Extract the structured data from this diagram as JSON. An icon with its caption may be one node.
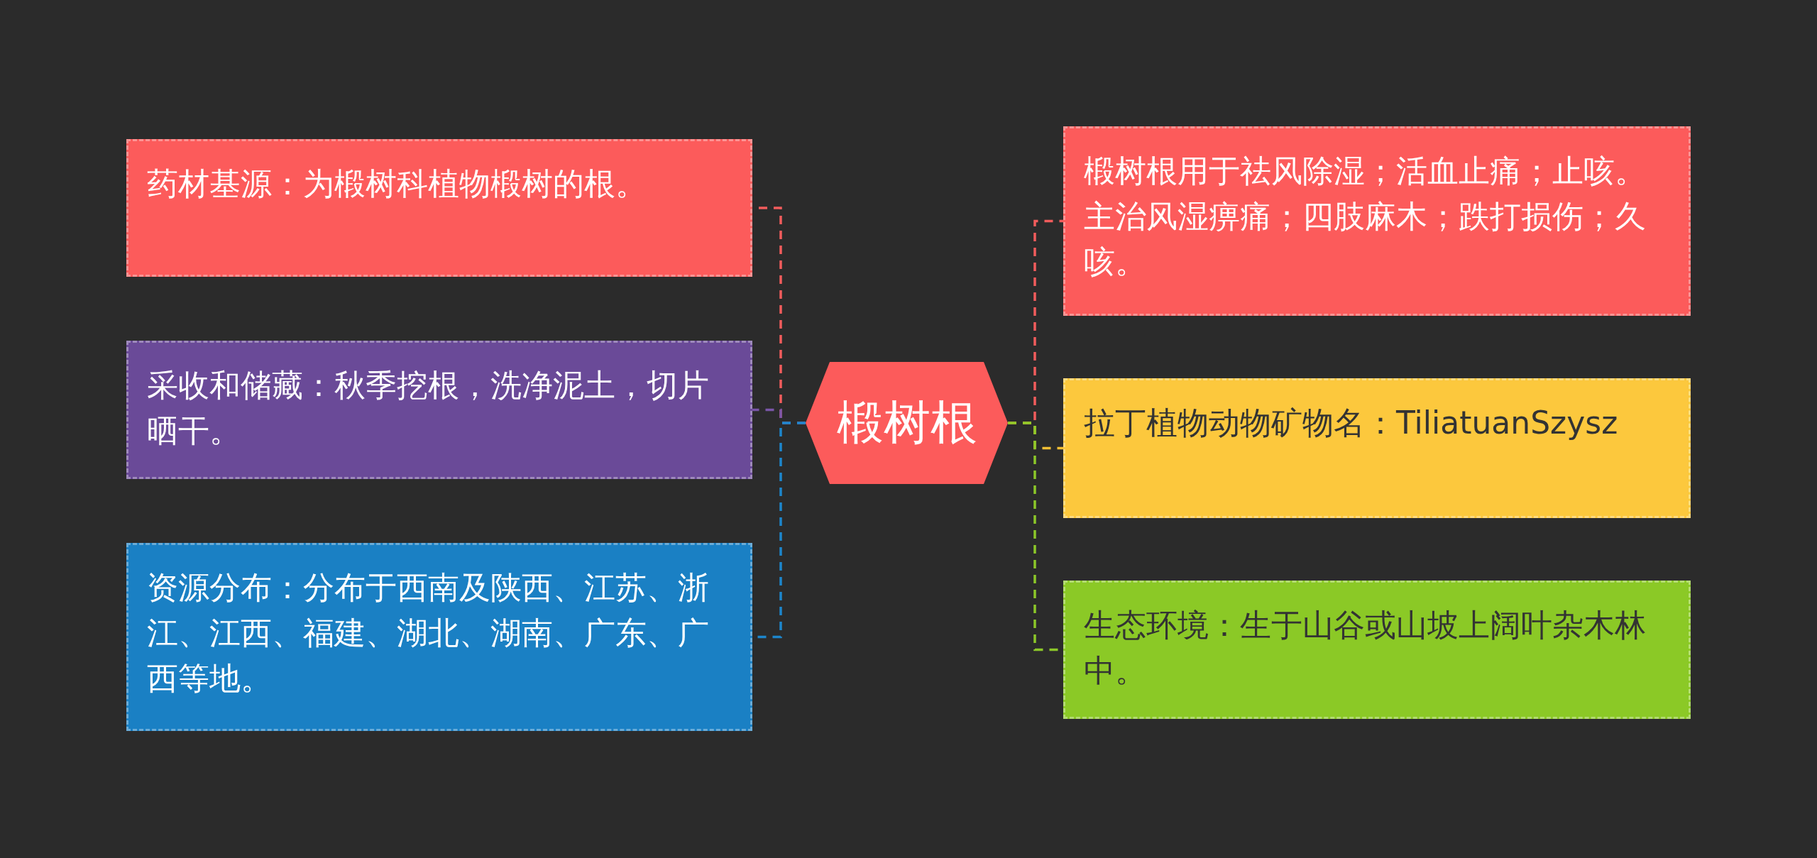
{
  "diagram": {
    "nodes": [
      {
        "text": [
          "椴树根"
        ]
      },
      {
        "text": [
          "药材基源：为椴树科植物椴树的根。"
        ]
      },
      {
        "text": [
          "采收和储藏：秋季挖根，洗净泥土，切片晒干。"
        ]
      },
      {
        "text": [
          "资源分布：分布于西南及陕西、江苏、浙江、江西、福建、湖北、湖南、广东、广西等地。"
        ]
      },
      {
        "text": [
          "椴树根用于祛风除湿；活血止痛；止咳。主治风湿痹痛；四肢麻木；跌打损伤；久咳。"
        ]
      },
      {
        "text": [
          "拉丁植物动物矿物名：TiliatuanSzysz"
        ]
      },
      {
        "text": [
          "生态环境：生于山谷或山坡上阔叶杂木林中。"
        ]
      }
    ],
    "edges": [
      {
        "from": 0,
        "to": 1,
        "arrow": "none",
        "style": "dashed",
        "color": "#f25c5c"
      },
      {
        "from": 0,
        "to": 2,
        "arrow": "none",
        "style": "dashed",
        "color": "#7a56a8"
      },
      {
        "from": 0,
        "to": 3,
        "arrow": "none",
        "style": "dashed",
        "color": "#1d86cc"
      },
      {
        "from": 0,
        "to": 4,
        "arrow": "none",
        "style": "dashed",
        "color": "#f25c5c"
      },
      {
        "from": 0,
        "to": 5,
        "arrow": "none",
        "style": "dashed",
        "color": "#f5c034"
      },
      {
        "from": 0,
        "to": 6,
        "arrow": "none",
        "style": "dashed",
        "color": "#8cc729"
      }
    ]
  }
}
